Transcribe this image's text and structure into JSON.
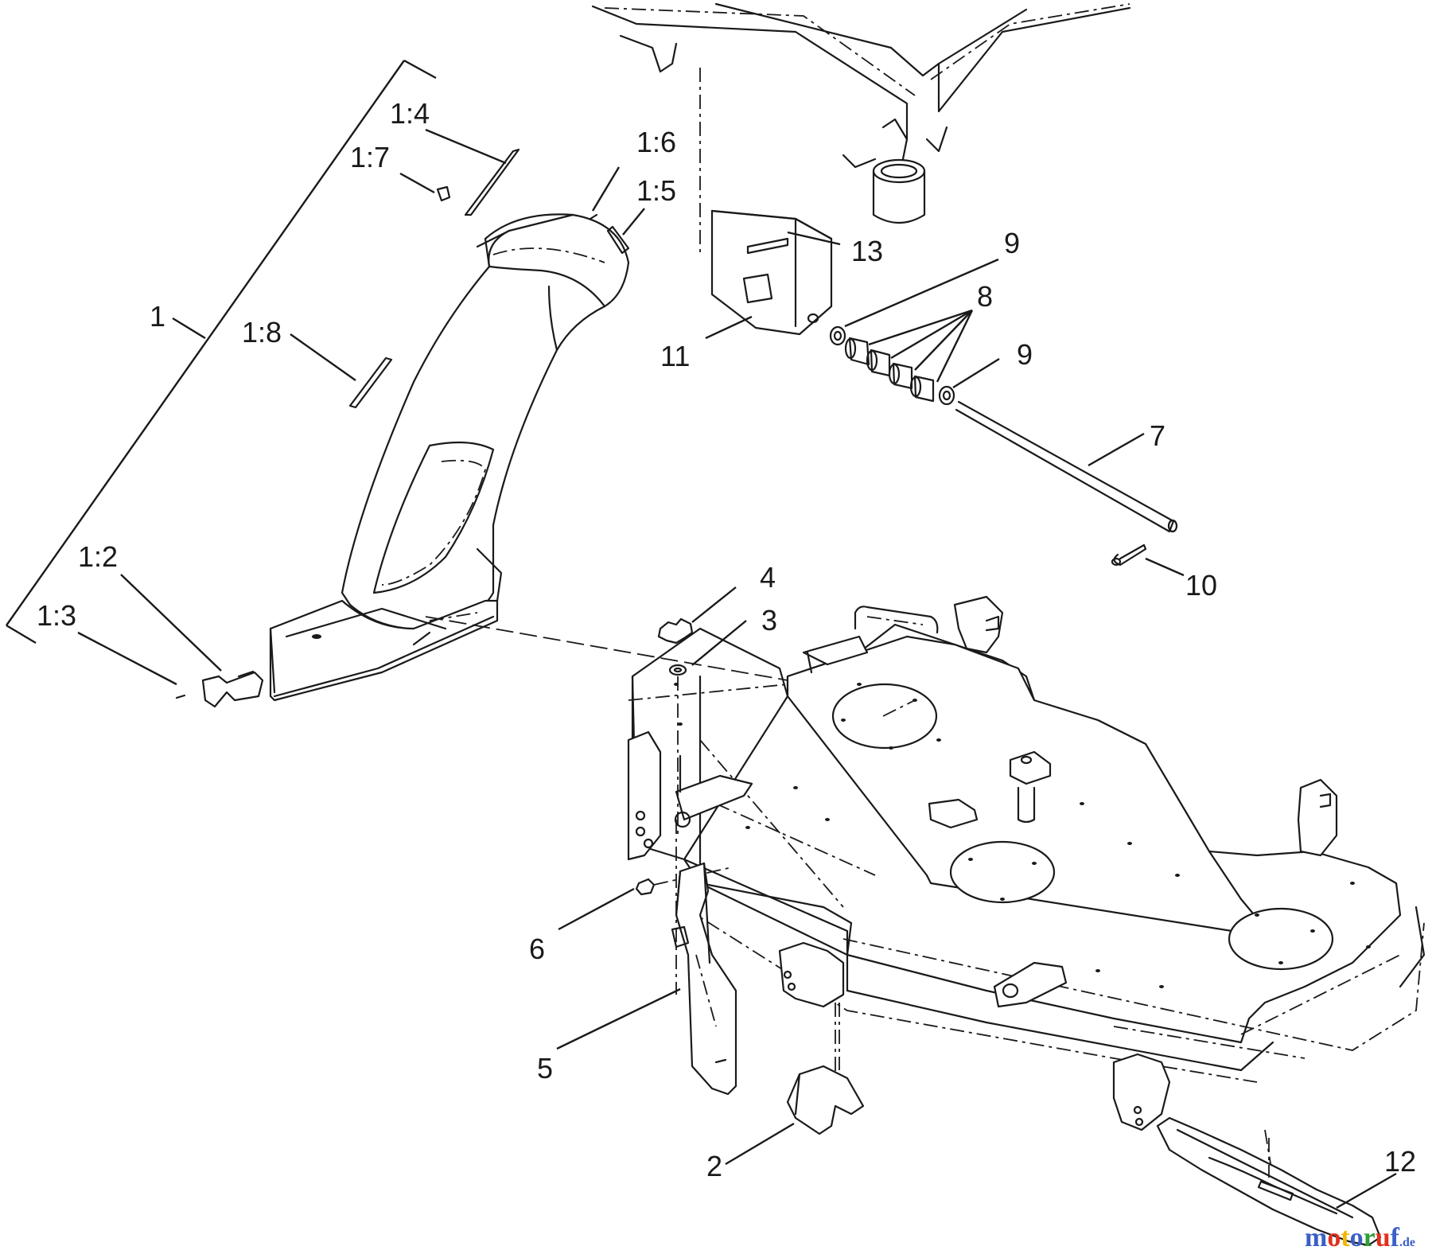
{
  "callouts": [
    {
      "label": "1"
    },
    {
      "label": "1:2"
    },
    {
      "label": "1:3"
    },
    {
      "label": "1:4"
    },
    {
      "label": "1:5"
    },
    {
      "label": "1:6"
    },
    {
      "label": "1:7"
    },
    {
      "label": "1:8"
    },
    {
      "label": "2"
    },
    {
      "label": "3"
    },
    {
      "label": "4"
    },
    {
      "label": "5"
    },
    {
      "label": "6"
    },
    {
      "label": "7"
    },
    {
      "label": "8"
    },
    {
      "label": "9"
    },
    {
      "label": "9"
    },
    {
      "label": "10"
    },
    {
      "label": "11"
    },
    {
      "label": "12"
    },
    {
      "label": "13"
    }
  ],
  "watermark": {
    "letters": [
      "m",
      "o",
      "t",
      "o",
      "r",
      "u",
      "f"
    ],
    "suffix": ".de",
    "colors": [
      "#3a5fc8",
      "#e0301e",
      "#f2b705",
      "#3a5fc8",
      "#2e9e3a",
      "#e0301e",
      "#3a5fc8"
    ]
  }
}
